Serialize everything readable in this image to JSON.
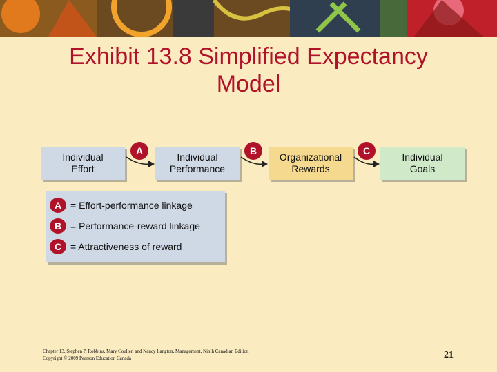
{
  "title": "Exhibit 13.8 Simplified Expectancy Model",
  "diagram": {
    "boxes": [
      {
        "label": "Individual\nEffort",
        "color": "#cfd9e6"
      },
      {
        "label": "Individual\nPerformance",
        "color": "#cfd9e6"
      },
      {
        "label": "Organizational\nRewards",
        "color": "#f5d98e"
      },
      {
        "label": "Individual\nGoals",
        "color": "#cfe9c9"
      }
    ],
    "links": [
      "A",
      "B",
      "C"
    ]
  },
  "legend": [
    {
      "key": "A",
      "text": "= Effort-performance linkage"
    },
    {
      "key": "B",
      "text": "= Performance-reward linkage"
    },
    {
      "key": "C",
      "text": "= Attractiveness of reward"
    }
  ],
  "footer": {
    "line1": "Chapter 13, Stephen P. Robbins, Mary Coulter, and Nancy Langton, Management, Ninth Canadian Edition",
    "line2": "Copyright © 2009 Pearson Education Canada"
  },
  "page_number": "21",
  "colors": {
    "accent": "#b0122a",
    "background": "#faebc0"
  }
}
